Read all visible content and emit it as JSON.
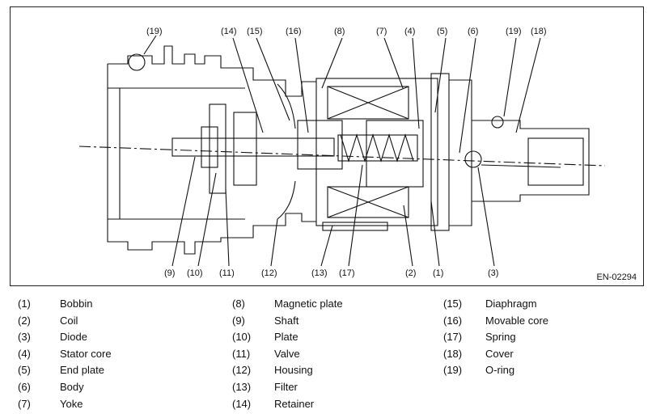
{
  "figure_id": "EN-02294",
  "callouts": [
    {
      "id": "c19a",
      "text": "(19)"
    },
    {
      "id": "c14",
      "text": "(14)"
    },
    {
      "id": "c15",
      "text": "(15)"
    },
    {
      "id": "c16",
      "text": "(16)"
    },
    {
      "id": "c8",
      "text": "(8)"
    },
    {
      "id": "c7",
      "text": "(7)"
    },
    {
      "id": "c4",
      "text": "(4)"
    },
    {
      "id": "c5",
      "text": "(5)"
    },
    {
      "id": "c6",
      "text": "(6)"
    },
    {
      "id": "c19b",
      "text": "(19)"
    },
    {
      "id": "c18",
      "text": "(18)"
    },
    {
      "id": "c9",
      "text": "(9)"
    },
    {
      "id": "c10",
      "text": "(10)"
    },
    {
      "id": "c11",
      "text": "(11)"
    },
    {
      "id": "c12",
      "text": "(12)"
    },
    {
      "id": "c13",
      "text": "(13)"
    },
    {
      "id": "c17",
      "text": "(17)"
    },
    {
      "id": "c2",
      "text": "(2)"
    },
    {
      "id": "c1",
      "text": "(1)"
    },
    {
      "id": "c3",
      "text": "(3)"
    }
  ],
  "legend": {
    "columns": [
      [
        {
          "num": "(1)",
          "label": "Bobbin"
        },
        {
          "num": "(2)",
          "label": "Coil"
        },
        {
          "num": "(3)",
          "label": "Diode"
        },
        {
          "num": "(4)",
          "label": "Stator core"
        },
        {
          "num": "(5)",
          "label": "End plate"
        },
        {
          "num": "(6)",
          "label": "Body"
        },
        {
          "num": "(7)",
          "label": "Yoke"
        }
      ],
      [
        {
          "num": "(8)",
          "label": "Magnetic plate"
        },
        {
          "num": "(9)",
          "label": "Shaft"
        },
        {
          "num": "(10)",
          "label": "Plate"
        },
        {
          "num": "(11)",
          "label": "Valve"
        },
        {
          "num": "(12)",
          "label": "Housing"
        },
        {
          "num": "(13)",
          "label": "Filter"
        },
        {
          "num": "(14)",
          "label": "Retainer"
        }
      ],
      [
        {
          "num": "(15)",
          "label": "Diaphragm"
        },
        {
          "num": "(16)",
          "label": "Movable core"
        },
        {
          "num": "(17)",
          "label": "Spring"
        },
        {
          "num": "(18)",
          "label": "Cover"
        },
        {
          "num": "(19)",
          "label": "O-ring"
        }
      ]
    ]
  }
}
